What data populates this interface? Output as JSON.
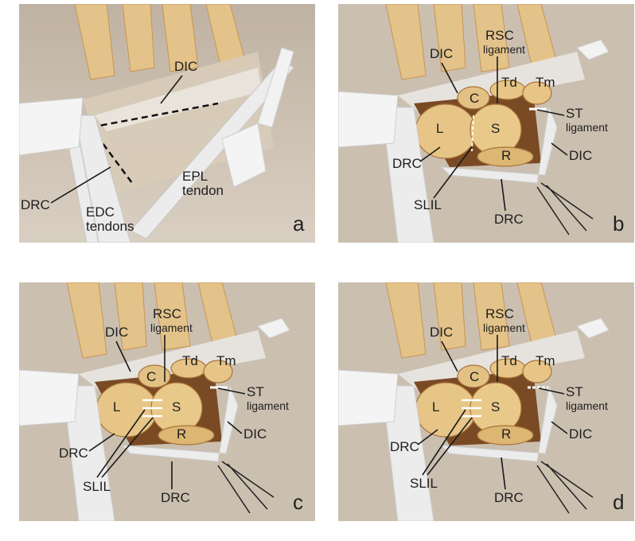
{
  "panels": {
    "a": {
      "letter": "a",
      "labels": {
        "dic": "DIC",
        "drc": "DRC",
        "edc_l1": "EDC",
        "edc_l2": "tendons",
        "epl_l1": "EPL",
        "epl_l2": "tendon"
      }
    },
    "b": {
      "letter": "b",
      "labels": {
        "dic_top": "DIC",
        "rsc_l1": "RSC",
        "rsc_l2": "ligament",
        "td": "Td",
        "tm": "Tm",
        "c": "C",
        "st_l1": "ST",
        "st_l2": "ligament",
        "l": "L",
        "s": "S",
        "r": "R",
        "dic_right": "DIC",
        "drc_left": "DRC",
        "slil": "SLIL",
        "drc_bottom": "DRC"
      }
    },
    "c": {
      "letter": "c",
      "labels": {
        "dic_top": "DIC",
        "rsc_l1": "RSC",
        "rsc_l2": "ligament",
        "td": "Td",
        "tm": "Tm",
        "c": "C",
        "st_l1": "ST",
        "st_l2": "ligament",
        "l": "L",
        "s": "S",
        "r": "R",
        "dic_right": "DIC",
        "drc_left": "DRC",
        "slil": "SLIL",
        "drc_bottom": "DRC"
      }
    },
    "d": {
      "letter": "d",
      "labels": {
        "dic_top": "DIC",
        "rsc_l1": "RSC",
        "rsc_l2": "ligament",
        "td": "Td",
        "tm": "Tm",
        "c": "C",
        "st_l1": "ST",
        "st_l2": "ligament",
        "l": "L",
        "s": "S",
        "r": "R",
        "dic_right": "DIC",
        "drc_left": "DRC",
        "slil": "SLIL",
        "drc_bottom": "DRC"
      }
    }
  },
  "colors": {
    "skin": "#cfc3b3",
    "skin_dark": "#a69583",
    "bone": "#e8c98a",
    "bone_shade": "#c9974f",
    "tendon": "#ebebeb",
    "retractor": "#f4f4f4",
    "joint_space": "#7a4a25"
  }
}
